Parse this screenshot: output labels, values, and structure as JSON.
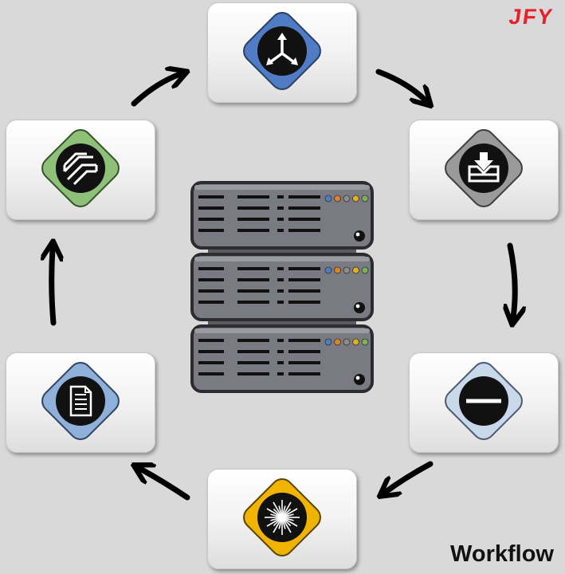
{
  "logo": {
    "text": "JFY",
    "color": "#e8202a"
  },
  "caption": "Workflow",
  "center": {
    "icon": "server-rack-icon",
    "units": 3,
    "led_colors": [
      "#4a7fc1",
      "#d9832f",
      "#8d8d8d",
      "#e0b020",
      "#7cb05a"
    ]
  },
  "steps": [
    {
      "id": "distribute",
      "icon": "three-way-split-icon",
      "diamond_color": "#4f7cc4"
    },
    {
      "id": "press",
      "icon": "press-down-icon",
      "diamond_color": "#9a9a9a"
    },
    {
      "id": "flatten",
      "icon": "minus-line-icon",
      "diamond_color": "#c9d8ea"
    },
    {
      "id": "laser",
      "icon": "laser-burst-icon",
      "diamond_color": "#f0b400"
    },
    {
      "id": "document",
      "icon": "document-icon",
      "diamond_color": "#8fb0d8"
    },
    {
      "id": "stack",
      "icon": "stacked-sheets-icon",
      "diamond_color": "#8fc07a"
    }
  ],
  "flow": "clockwise"
}
